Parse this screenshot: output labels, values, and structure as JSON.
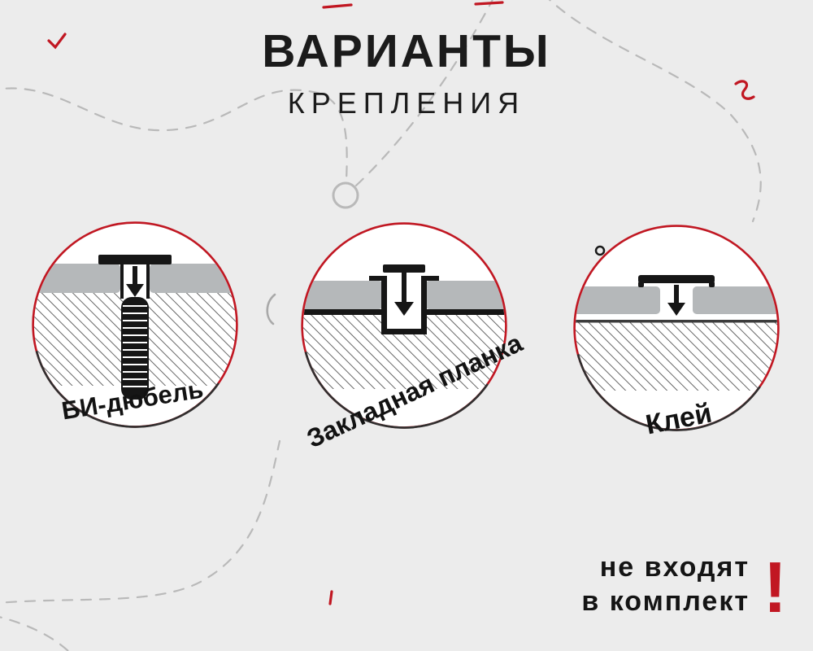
{
  "header": {
    "title_line1": "ВАРИАНТЫ",
    "title_line2": "КРЕПЛЕНИЯ"
  },
  "variants": [
    {
      "id": "bi-dowel",
      "label": "БИ-дюбель"
    },
    {
      "id": "mounting-plate",
      "label": "Закладная планка"
    },
    {
      "id": "glue",
      "label": "Клей"
    }
  ],
  "footnote": {
    "line1": "не входят",
    "line2": "в комплект",
    "mark": "!"
  },
  "colors": {
    "accent_red": "#c11722",
    "text_dark": "#141414",
    "background": "#ececec",
    "panel_gray": "#b5b8ba",
    "deco_gray": "#b9b9b9"
  }
}
